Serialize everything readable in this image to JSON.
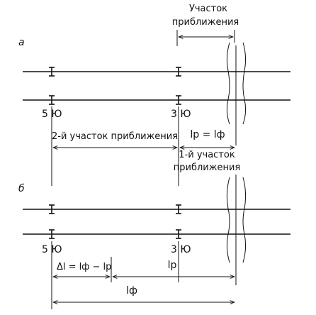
{
  "title_top": {
    "line1": "Участок",
    "line2": "приближения"
  },
  "panel_a": {
    "letter": "а",
    "signal_5": "5 Ю",
    "signal_3": "3 Ю",
    "zone2": "2-й участок приближения",
    "eq": "lр = lф",
    "zone1_line1": "1-й участок",
    "zone1_line2": "приближения"
  },
  "panel_b": {
    "letter": "б",
    "signal_5": "5 Ю",
    "signal_3": "3 Ю",
    "delta": "Δl = lф − lр",
    "lr": "lр",
    "lf": "lф"
  }
}
